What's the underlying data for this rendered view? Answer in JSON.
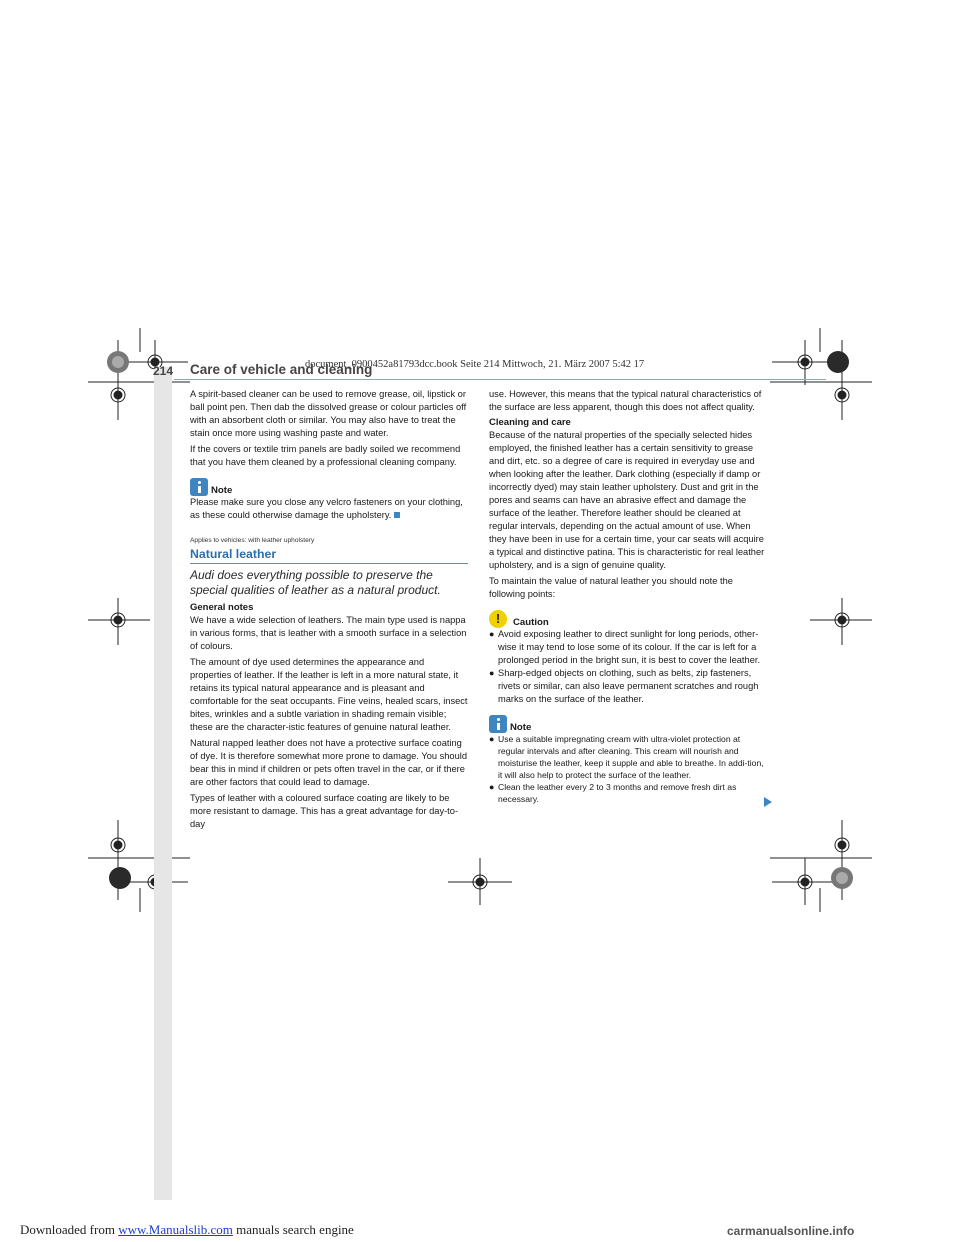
{
  "book_info": "document_0900452a81793dcc.book  Seite 214  Mittwoch, 21. März 2007  5:42 17",
  "header": {
    "page_number": "214",
    "title": "Care of vehicle and cleaning"
  },
  "left_column": {
    "paragraphs": [
      "A spirit-based cleaner can be used to remove grease, oil, lipstick or ball point pen. Then dab the dissolved grease or colour particles off with an absorbent cloth or similar. You may also have to treat the stain once more using washing paste and water.",
      "If the covers or textile trim panels are badly soiled we recommend that you have them cleaned by a professional cleaning company."
    ],
    "note": {
      "label": "Note",
      "icon": "info-icon",
      "text": "Please make sure you close any velcro fasteners on your clothing, as these could otherwise damage the upholstery."
    },
    "applies_to": "Applies to vehicles: with leather upholstery",
    "section_heading": "Natural leather",
    "section_intro": "Audi does everything possible to preserve the special qualities of leather as a natural product.",
    "subheading": "General notes",
    "general_paragraphs": [
      "We have a wide selection of leathers. The main type used is nappa in various forms, that is leather with a smooth surface in a selection of colours.",
      "The amount of dye used determines the appearance and properties of leather. If the leather is left in a more natural state, it retains its typical natural appearance and is pleasant and comfortable for the seat occupants. Fine veins, healed scars, insect bites, wrinkles and a subtle variation in shading remain visible; these are the character-istic features of genuine natural leather.",
      "Natural napped leather does not have a protective surface coating of dye. It is therefore somewhat more prone to damage. You should bear this in mind if children or pets often travel in the car, or if there are other factors that could lead to damage.",
      "Types of leather with a coloured surface coating are likely to be more resistant to damage. This has a great advantage for day-to-day"
    ]
  },
  "right_column": {
    "paragraph_continued": "use. However, this means that the typical natural characteristics of the surface are less apparent, though this does not affect quality.",
    "subheading": "Cleaning and care",
    "paragraphs": [
      "Because of the natural properties of the specially selected hides employed, the finished leather has a certain sensitivity to grease and dirt, etc. so a degree of care is required in everyday use and when looking after the leather. Dark clothing (especially if damp or incorrectly dyed) may stain leather upholstery. Dust and grit in the pores and seams can have an abrasive effect and damage the surface of the leather. Therefore leather should be cleaned at regular intervals, depending on the actual amount of use. When they have been in use for a certain time, your car seats will acquire a typical and distinctive patina. This is characteristic for real leather upholstery, and is a sign of genuine quality.",
      "To maintain the value of natural leather you should note the following points:"
    ],
    "caution": {
      "label": "Caution",
      "icon": "caution-icon",
      "symbol": "!",
      "bullets": [
        "Avoid exposing leather to direct sunlight for long periods, other-wise it may tend to lose some of its colour. If the car is left for a prolonged period in the bright sun, it is best to cover the leather.",
        "Sharp-edged objects on clothing, such as belts, zip fasteners, rivets or similar, can also leave permanent scratches and rough marks on the surface of the leather."
      ]
    },
    "note": {
      "label": "Note",
      "icon": "info-icon",
      "bullets": [
        "Use a suitable impregnating cream with ultra-violet protection at regular intervals and after cleaning. This cream will nourish and moisturise the leather, keep it supple and able to breathe. In addi-tion, it will also help to protect the surface of the leather.",
        "Clean the leather every 2 to 3 months and remove fresh dirt as necessary."
      ]
    }
  },
  "bullet_glyph": "●",
  "footer": {
    "prefix": "Downloaded from ",
    "link": "www.Manualslib.com",
    "suffix": " manuals search engine",
    "watermark": "carmanualsonline.info"
  },
  "colors": {
    "accent": "#3f86c0",
    "heading": "#2d6fa7",
    "caution": "#f1d000"
  }
}
